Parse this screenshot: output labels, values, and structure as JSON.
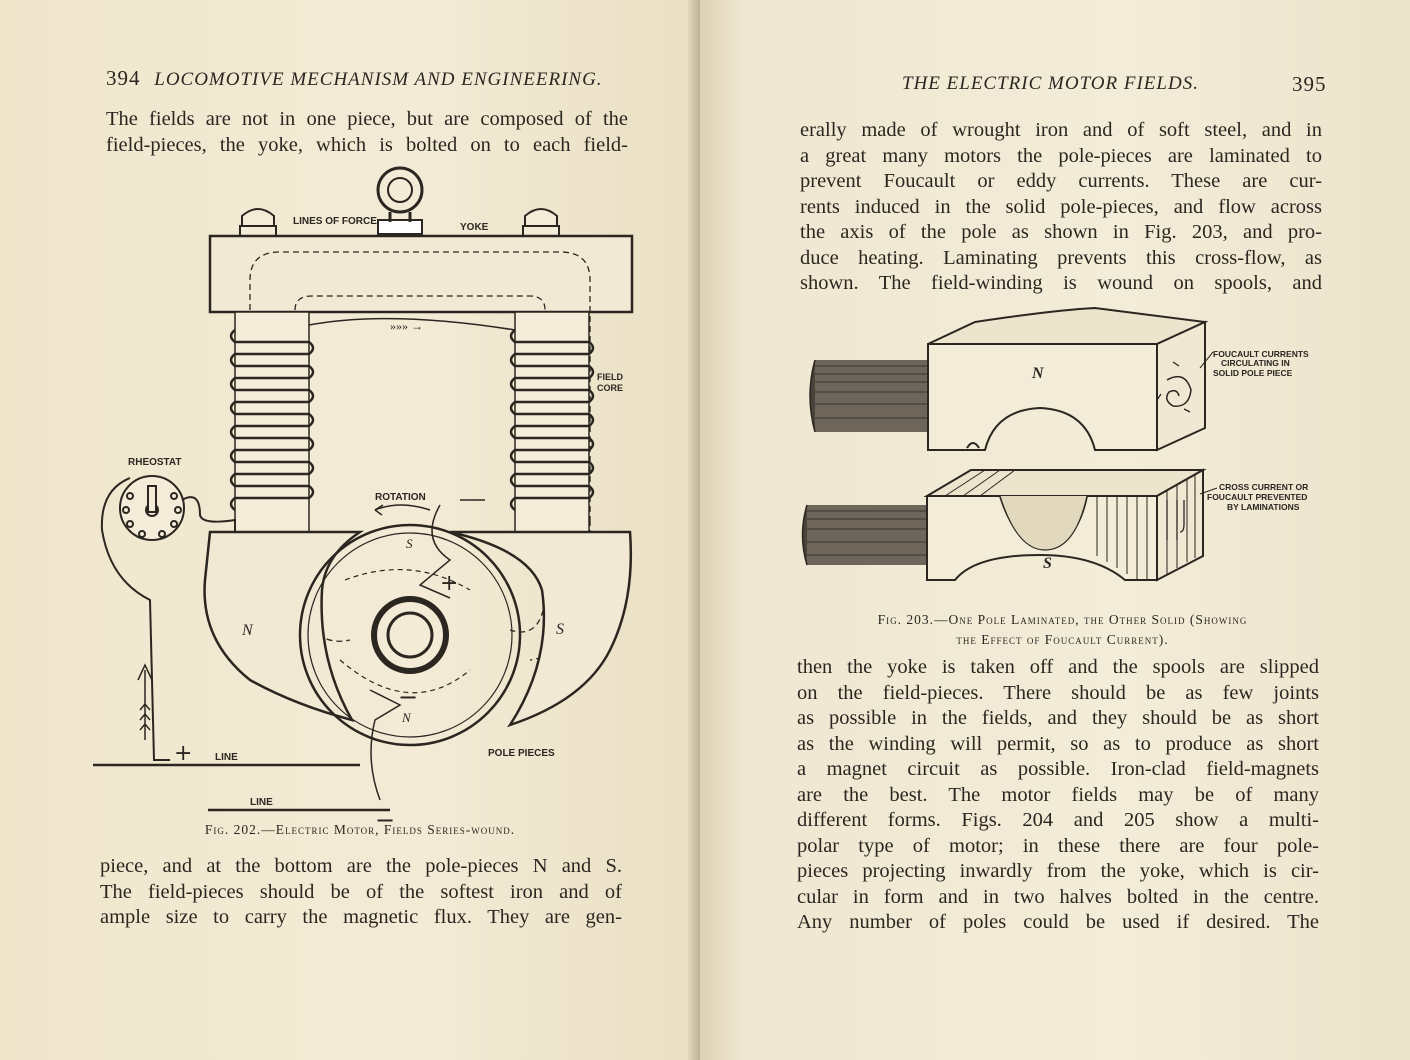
{
  "left": {
    "page_number": "394",
    "running_head": "LOCOMOTIVE MECHANISM AND ENGINEERING.",
    "para_top": [
      "The fields are not in one piece, but are composed of the",
      "field-pieces, the yoke, which is bolted on to each field-"
    ],
    "figure": {
      "labels": {
        "lines_of_force": "LINES OF FORCE",
        "yoke": "YOKE",
        "field_core_1": "FIELD",
        "field_core_2": "CORE",
        "rheostat": "RHEOSTAT",
        "rotation": "ROTATION",
        "pole_pieces": "POLE PIECES",
        "line_plus": "LINE",
        "line_minus": "LINE",
        "plus": "+",
        "minus": "−",
        "n_left": "N",
        "s_right": "S",
        "s_top": "S",
        "n_bottom": "N"
      }
    },
    "caption": "Fig. 202.—Electric Motor, Fields Series-wound.",
    "para_bottom": [
      "piece, and at the bottom are the pole-pieces N and S.",
      "The field-pieces should be of the softest iron and of",
      "ample size to carry the magnetic flux. They are gen-"
    ]
  },
  "right": {
    "page_number": "395",
    "running_head": "THE ELECTRIC MOTOR FIELDS.",
    "para_top": [
      "erally made of wrought iron and of soft steel, and in",
      "a great many motors the pole-pieces are laminated to",
      "prevent Foucault or eddy currents. These are cur-",
      "rents induced in the solid pole-pieces, and flow across",
      "the axis of the pole as shown in Fig. 203, and pro-",
      "duce heating. Laminating prevents this cross-flow, as",
      "shown. The field-winding is wound on spools, and"
    ],
    "figure": {
      "labels": {
        "n": "N",
        "s": "S",
        "foucault_1": "FOUCAULT CURRENTS",
        "foucault_2": "CIRCULATING IN",
        "foucault_3": "SOLID POLE PIECE",
        "cross_1": "CROSS CURRENT OR",
        "cross_2": "FOUCAULT PREVENTED",
        "cross_3": "BY LAMINATIONS"
      }
    },
    "caption_1": "Fig. 203.—One Pole Laminated, the Other Solid (Showing",
    "caption_2": "the Effect of Foucault Current).",
    "para_bottom": [
      "then the yoke is taken off and the spools are slipped",
      "on the field-pieces. There should be as few joints",
      "as possible in the fields, and they should be as short",
      "as the winding will permit, so as to produce as short",
      "a magnet circuit as possible. Iron-clad field-magnets",
      "are the best. The motor fields may be of many",
      "different forms. Figs. 204 and 205 show a multi-",
      "polar type of motor; in these there are four pole-",
      "pieces projecting inwardly from the yoke, which is cir-",
      "cular in form and in two halves bolted in the centre.",
      "Any number of poles could be used if desired. The"
    ]
  }
}
